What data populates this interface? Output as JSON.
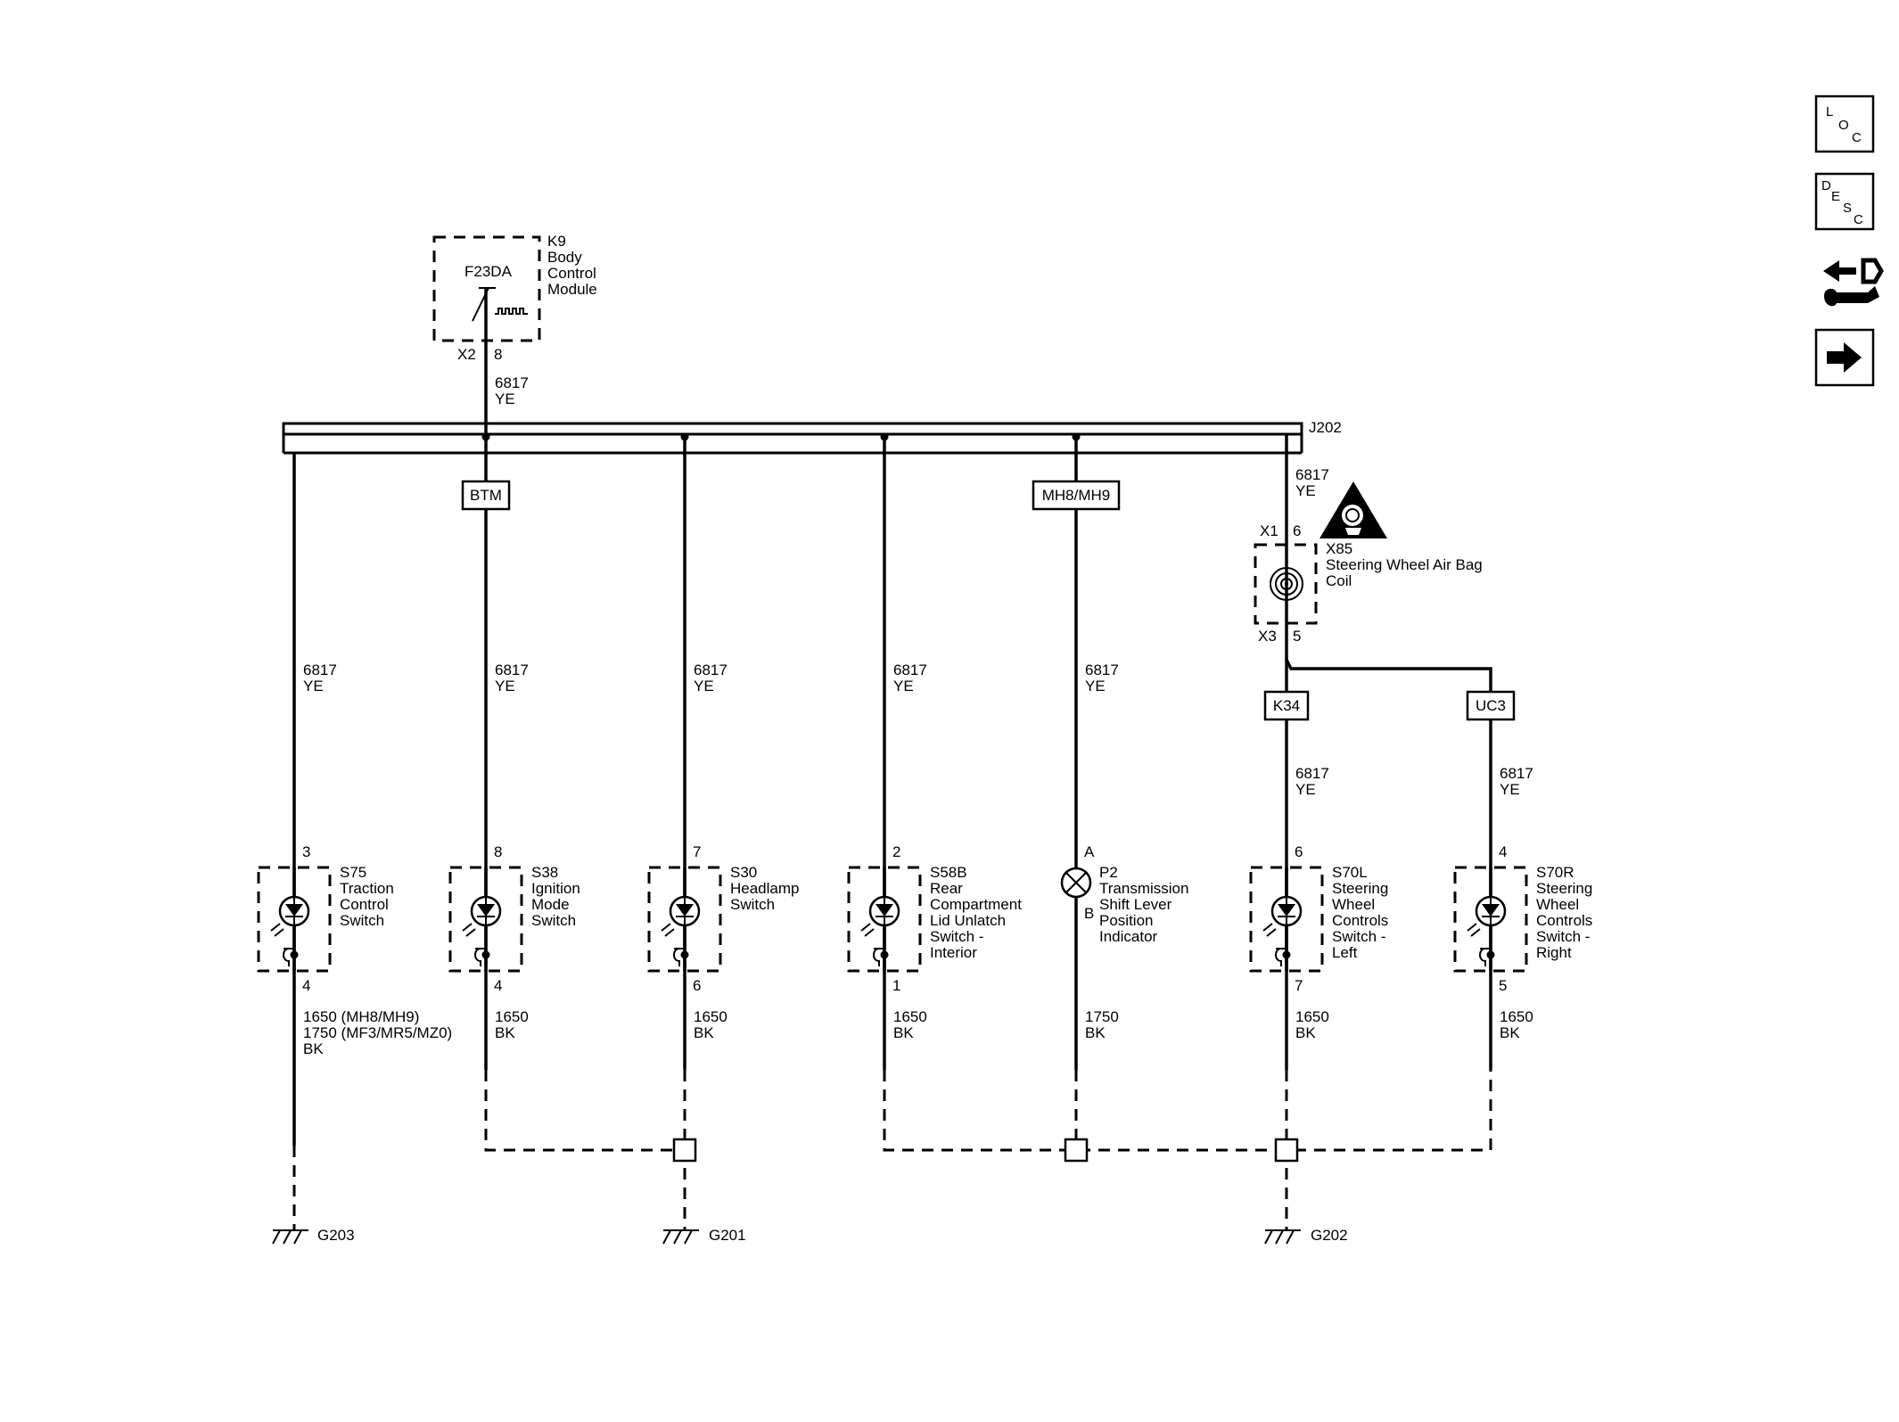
{
  "nav": {
    "loc": [
      "L",
      "O",
      "C"
    ],
    "desc": [
      "D",
      "E",
      "S",
      "C"
    ],
    "icons": [
      "loc-icon",
      "desc-icon",
      "connector-service-icon",
      "next-arrow-icon"
    ]
  },
  "bcm": {
    "ref": "K9",
    "line1": "Body",
    "line2": "Control",
    "line3": "Module",
    "fuse": "F23DA",
    "conn": "X2",
    "pin": "8"
  },
  "bus": {
    "name": "J202"
  },
  "feed": {
    "circuit": "6817",
    "color": "YE"
  },
  "options": {
    "btm": "BTM",
    "mh8": "MH8/MH9",
    "k34": "K34",
    "uc3": "UC3"
  },
  "airbag": {
    "ref": "X85",
    "line1": "Steering Wheel Air Bag",
    "line2": "Coil",
    "conn_in": "X1",
    "pin_in": "6",
    "conn_out": "X3",
    "pin_out": "5"
  },
  "branches": [
    {
      "circuit": "6817",
      "color": "YE"
    },
    {
      "circuit": "6817",
      "color": "YE"
    },
    {
      "circuit": "6817",
      "color": "YE"
    },
    {
      "circuit": "6817",
      "color": "YE"
    },
    {
      "circuit": "6817",
      "color": "YE"
    },
    {
      "circuit": "6817",
      "color": "YE"
    },
    {
      "circuit": "6817",
      "color": "YE"
    }
  ],
  "devices": [
    {
      "pin_top": "3",
      "pin_bot": "4",
      "l1": "S75",
      "l2": "Traction",
      "l3": "Control",
      "l4": "Switch",
      "l5": ""
    },
    {
      "pin_top": "8",
      "pin_bot": "4",
      "l1": "S38",
      "l2": "Ignition",
      "l3": "Mode",
      "l4": "Switch",
      "l5": ""
    },
    {
      "pin_top": "7",
      "pin_bot": "6",
      "l1": "S30",
      "l2": "Headlamp",
      "l3": "Switch",
      "l4": "",
      "l5": ""
    },
    {
      "pin_top": "2",
      "pin_bot": "1",
      "l1": "S58B",
      "l2": "Rear",
      "l3": "Compartment",
      "l4": "Lid Unlatch",
      "l5": "Switch -",
      "l6": "Interior"
    },
    {
      "pin_top": "A",
      "pin_bot": "B",
      "l1": "P2",
      "l2": "Transmission",
      "l3": "Shift Lever",
      "l4": "Position",
      "l5": "Indicator"
    },
    {
      "pin_top": "6",
      "pin_bot": "7",
      "l1": "S70L",
      "l2": "Steering",
      "l3": "Wheel",
      "l4": "Controls",
      "l5": "Switch -",
      "l6": "Left"
    },
    {
      "pin_top": "4",
      "pin_bot": "5",
      "l1": "S70R",
      "l2": "Steering",
      "l3": "Wheel",
      "l4": "Controls",
      "l5": "Switch -",
      "l6": "Right"
    }
  ],
  "grounds_wires": [
    {
      "c1": "1650 (MH8/MH9)",
      "c2": "1750 (MF3/MR5/MZ0)",
      "c3": "BK"
    },
    {
      "c1": "1650",
      "c2": "BK"
    },
    {
      "c1": "1650",
      "c2": "BK"
    },
    {
      "c1": "1650",
      "c2": "BK"
    },
    {
      "c1": "1750",
      "c2": "BK"
    },
    {
      "c1": "1650",
      "c2": "BK"
    },
    {
      "c1": "1650",
      "c2": "BK"
    }
  ],
  "grounds": {
    "g203": "G203",
    "g201": "G201",
    "g202": "G202"
  }
}
